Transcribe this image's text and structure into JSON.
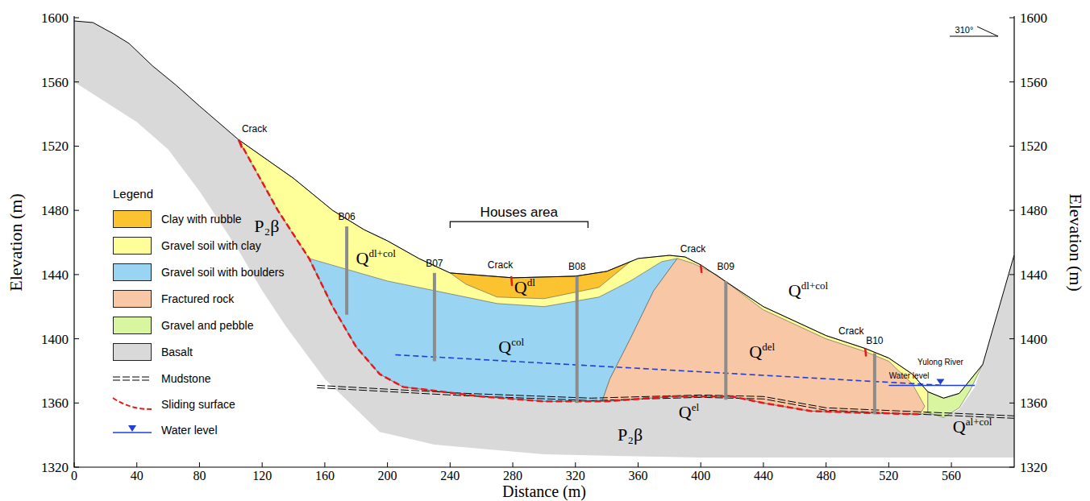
{
  "diagram": {
    "labels": [
      "1600",
      "1560",
      "1520",
      "1480",
      "1440",
      "1400",
      "1360",
      "1320",
      "1600",
      "1560",
      "1520",
      "1480",
      "1440",
      "1400",
      "1360",
      "1320",
      "0",
      "40",
      "80",
      "120",
      "160",
      "200",
      "240",
      "280",
      "320",
      "360",
      "400",
      "440",
      "480",
      "520",
      "560",
      "Distance (m)",
      "Elevation (m)",
      "Elevation (m)",
      "310°",
      "Legend",
      "Houses area",
      "Crack",
      "Crack",
      "Crack",
      "Crack",
      "B06",
      "B07",
      "B08",
      "B09",
      "B10",
      "Yulong River",
      "Water level",
      "Q",
      "dl+col",
      "Q",
      "dl",
      "Q",
      "col",
      "Q",
      "dl+col",
      "Q",
      "del",
      "Q",
      "el",
      "Q",
      "al+col",
      "P",
      "2",
      "β",
      "P",
      "2",
      "β"
    ],
    "legend": [
      {
        "text": "Clay with rubble",
        "color": "#fcc331"
      },
      {
        "text": "Gravel soil with clay",
        "color": "#ffff99"
      },
      {
        "text": "Gravel soil with boulders",
        "color": "#99d5f2"
      },
      {
        "text": "Fractured rock",
        "color": "#f8c8a6"
      },
      {
        "text": "Gravel and pebble",
        "color": "#d8f5a0"
      },
      {
        "text": "Basalt",
        "color": "#d9d9d9"
      },
      {
        "text": "Mudstone"
      },
      {
        "text": "Sliding surface"
      },
      {
        "text": "Water level"
      }
    ]
  }
}
